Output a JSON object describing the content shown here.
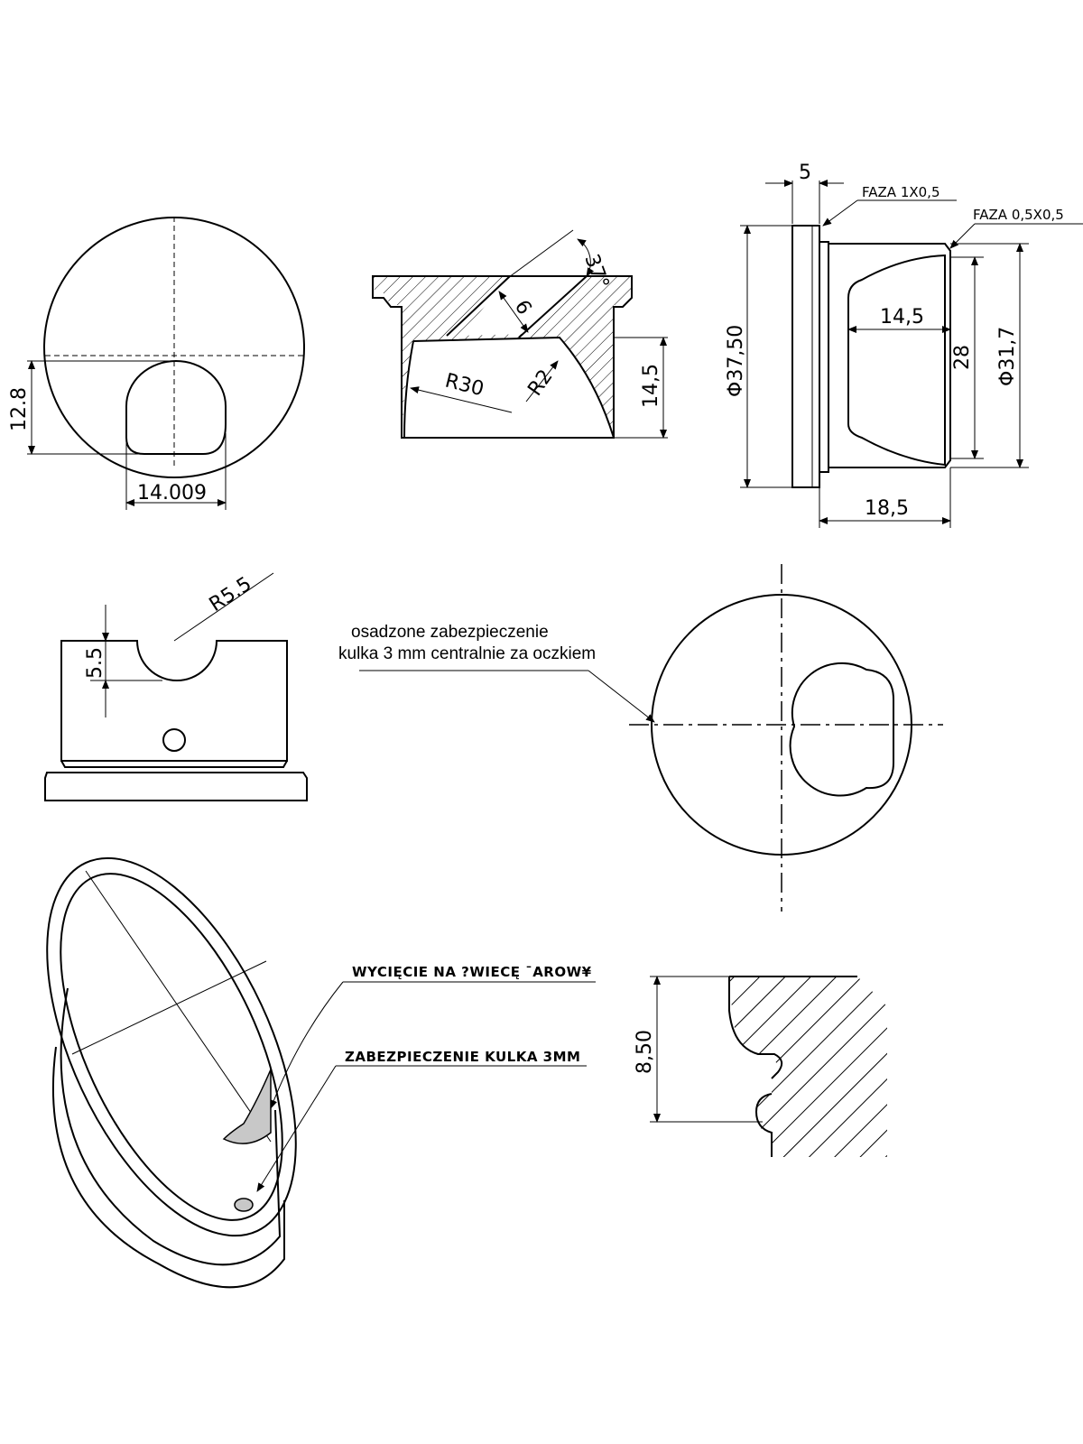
{
  "view1": {
    "dim_height": "12.8",
    "dim_width": "14.009"
  },
  "view2": {
    "dim_angle": "37°",
    "dim_chamfer": "6",
    "dim_r30": "R30",
    "dim_r2": "R2",
    "dim_depth": "14,5"
  },
  "view3": {
    "dim_flange": "5",
    "note_chamfer1": "FAZA 1X0,5",
    "note_chamfer2": "FAZA 0,5X0,5",
    "dim_dia_outer": "Φ37,50",
    "dim_depth": "14,5",
    "dim_28": "28",
    "dim_dia_body": "Φ31,7",
    "dim_length": "18,5"
  },
  "view4": {
    "dim_r55": "R5.5",
    "dim_55": "5.5"
  },
  "view5": {
    "note_line1": "osadzone zabezpieczenie",
    "note_line2": "kulka  3 mm centralnie za oczkiem"
  },
  "view6": {
    "note_cutout": "WYCIĘCIE NA ?WIECĘ ¯AROW¥",
    "note_ball": "ZABEZPIECZENIE KULKA   3MM"
  },
  "view7": {
    "dim_850": "8,50"
  }
}
